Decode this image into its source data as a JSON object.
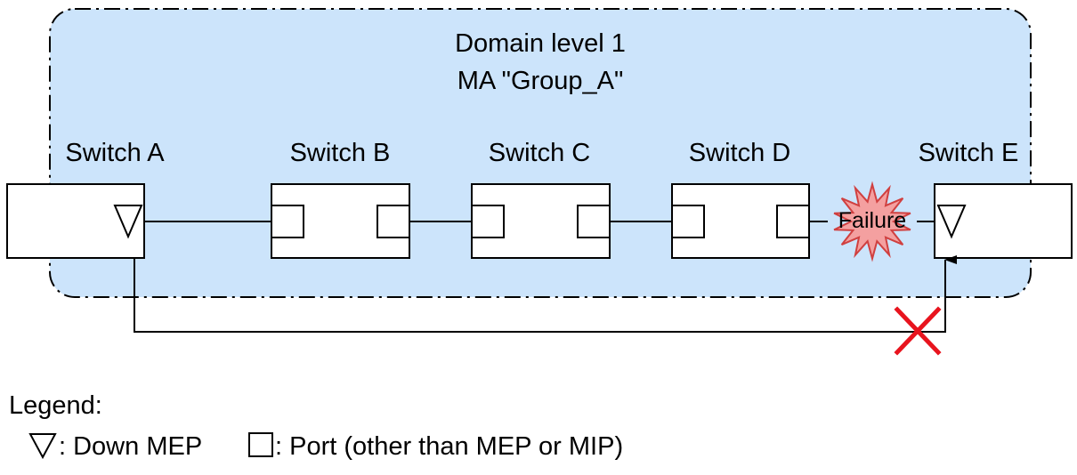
{
  "domain": {
    "title_line1": "Domain level 1",
    "title_line2": "MA \"Group_A\"",
    "fill_color": "#cce4fb"
  },
  "switches": [
    {
      "label": "Switch A"
    },
    {
      "label": "Switch B"
    },
    {
      "label": "Switch C"
    },
    {
      "label": "Switch D"
    },
    {
      "label": "Switch E"
    }
  ],
  "failure": {
    "label": "Failure",
    "fill_color": "#f4a0a0",
    "stroke_color": "#d04040"
  },
  "blocked_path": {
    "marker_icon": "red-x-icon",
    "marker_color": "#e8141e"
  },
  "legend": {
    "title": "Legend:",
    "items": [
      {
        "icon": "down-triangle-icon",
        "text": ": Down MEP"
      },
      {
        "icon": "square-icon",
        "text": ": Port (other than MEP or MIP)"
      }
    ]
  }
}
